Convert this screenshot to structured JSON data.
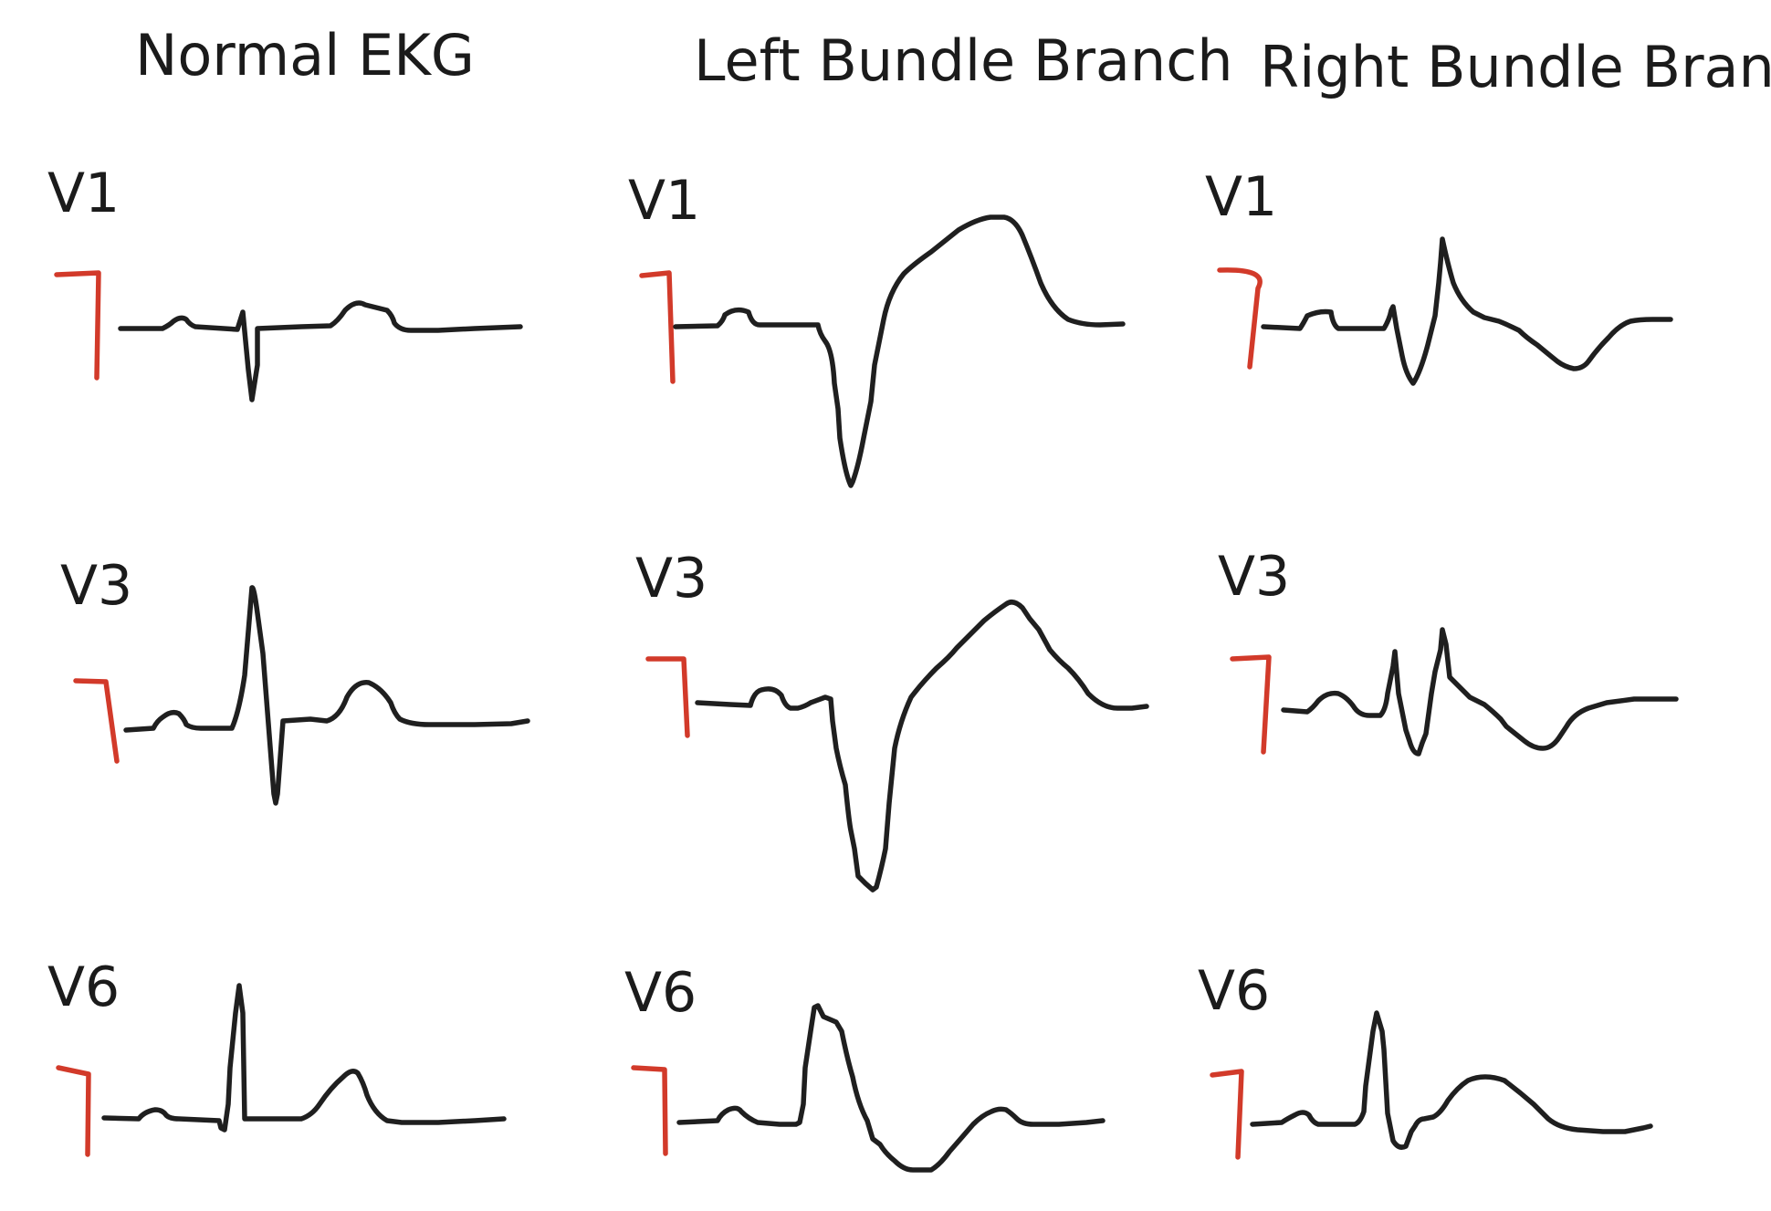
{
  "columns": [
    {
      "title": "Normal EKG"
    },
    {
      "title": "Left Bundle Branch"
    },
    {
      "title": "Right Bundle Branch"
    }
  ],
  "leads": [
    "V1",
    "V3",
    "V6"
  ],
  "colors": {
    "trace": "#1f1f1f",
    "calibration": "#d23a2a"
  },
  "waveforms": [
    {
      "column": "normal",
      "lead": "V1",
      "description": "small P, narrow rS QRS, upright T"
    },
    {
      "column": "normal",
      "lead": "V3",
      "description": "P, tall narrow R with deep S, upright T"
    },
    {
      "column": "normal",
      "lead": "V6",
      "description": "small P, tall narrow R, upright T"
    },
    {
      "column": "lbbb",
      "lead": "V1",
      "description": "wide deep QS with tall discordant T"
    },
    {
      "column": "lbbb",
      "lead": "V3",
      "description": "wide deep QS with tall discordant T"
    },
    {
      "column": "lbbb",
      "lead": "V6",
      "description": "wide notched R with inverted T"
    },
    {
      "column": "rbbb",
      "lead": "V1",
      "description": "rSR' pattern with inverted T"
    },
    {
      "column": "rbbb",
      "lead": "V3",
      "description": "rSR' pattern with inverted T"
    },
    {
      "column": "rbbb",
      "lead": "V6",
      "description": "narrow R, broad slurred S, upright T"
    }
  ]
}
